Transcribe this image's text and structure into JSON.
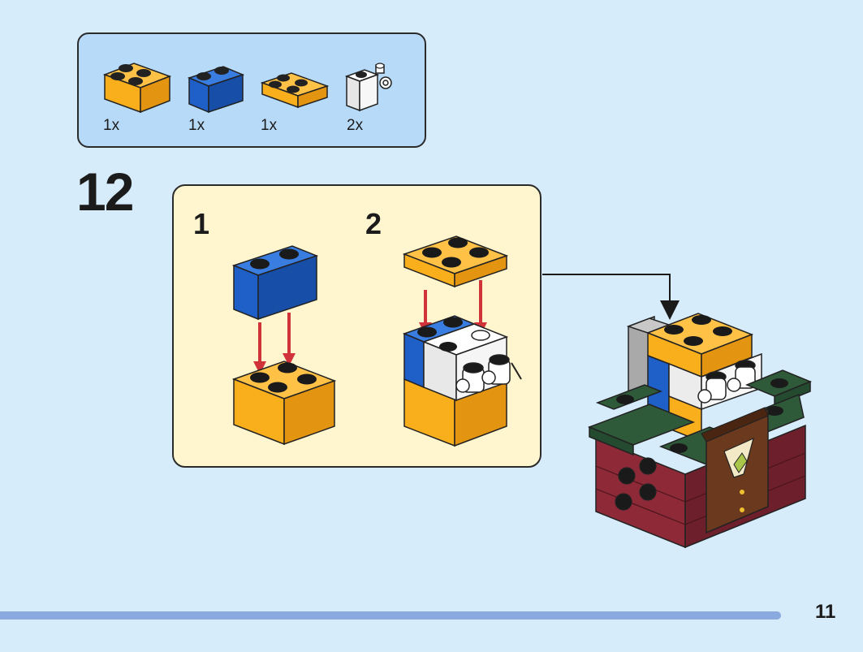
{
  "parts_list": {
    "items": [
      {
        "icon": "orange-brick-2x2-icon",
        "color": "#f9ae1c",
        "quantity": "1x"
      },
      {
        "icon": "blue-brick-1x2-icon",
        "color": "#1e5fc8",
        "quantity": "1x"
      },
      {
        "icon": "orange-plate-2x2-icon",
        "color": "#f9ae1c",
        "quantity": "1x"
      },
      {
        "icon": "white-brick-clip-icon",
        "color": "#f2f2f2",
        "quantity": "2x"
      }
    ]
  },
  "step": {
    "number": "12",
    "substeps": [
      {
        "label": "1"
      },
      {
        "label": "2"
      }
    ]
  },
  "colors": {
    "orange": "#f9ae1c",
    "blue": "#1e5fc8",
    "green": "#2f5a3a",
    "dark_red": "#7b2230",
    "brown": "#6b3a1e",
    "arrow_red": "#d0343a"
  },
  "page": {
    "number": "11",
    "progress": 0.905
  }
}
